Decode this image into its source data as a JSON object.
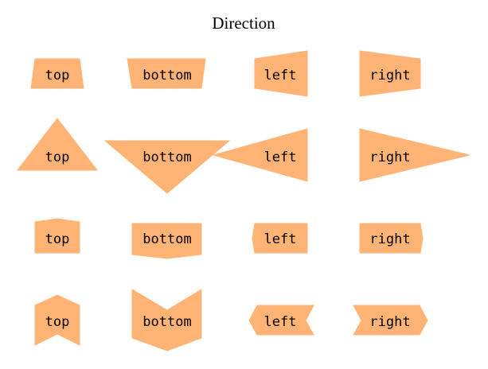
{
  "title": "Direction",
  "colors": {
    "fill": "#ffb476",
    "stroke": "#ffb476",
    "text": "#000000"
  },
  "rows": [
    {
      "style": "trapezium",
      "items": [
        {
          "direction": "top",
          "label": "top"
        },
        {
          "direction": "bottom",
          "label": "bottom"
        },
        {
          "direction": "left",
          "label": "left"
        },
        {
          "direction": "right",
          "label": "right"
        }
      ]
    },
    {
      "style": "triangle",
      "items": [
        {
          "direction": "top",
          "label": "top"
        },
        {
          "direction": "bottom",
          "label": "bottom"
        },
        {
          "direction": "left",
          "label": "left"
        },
        {
          "direction": "right",
          "label": "right"
        }
      ]
    },
    {
      "style": "pointed-box",
      "items": [
        {
          "direction": "top",
          "label": "top"
        },
        {
          "direction": "bottom",
          "label": "bottom"
        },
        {
          "direction": "left",
          "label": "left"
        },
        {
          "direction": "right",
          "label": "right"
        }
      ]
    },
    {
      "style": "chevron",
      "items": [
        {
          "direction": "top",
          "label": "top"
        },
        {
          "direction": "bottom",
          "label": "bottom"
        },
        {
          "direction": "left",
          "label": "left"
        },
        {
          "direction": "right",
          "label": "right"
        }
      ]
    }
  ]
}
